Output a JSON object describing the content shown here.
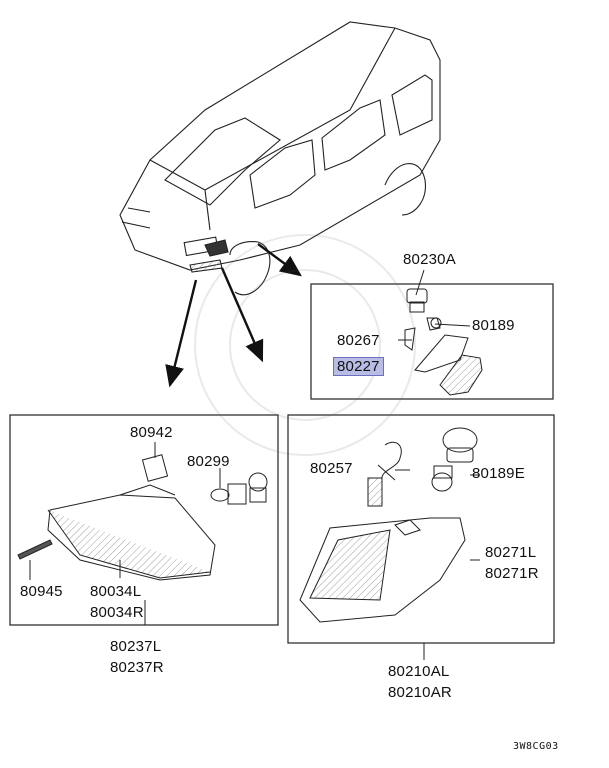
{
  "diagram_code": "3W8CG03",
  "highlight_color": "#b9bde6",
  "labels": {
    "p80230A": "80230A",
    "p80189": "80189",
    "p80267": "80267",
    "p80227": "80227",
    "p80942": "80942",
    "p80299": "80299",
    "p80945": "80945",
    "p80034L": "80034L",
    "p80034R": "80034R",
    "p80237L": "80237L",
    "p80237R": "80237R",
    "p80257": "80257",
    "p80189E": "80189E",
    "p80271L": "80271L",
    "p80271R": "80271R",
    "p80210AL": "80210AL",
    "p80210AR": "80210AR"
  }
}
